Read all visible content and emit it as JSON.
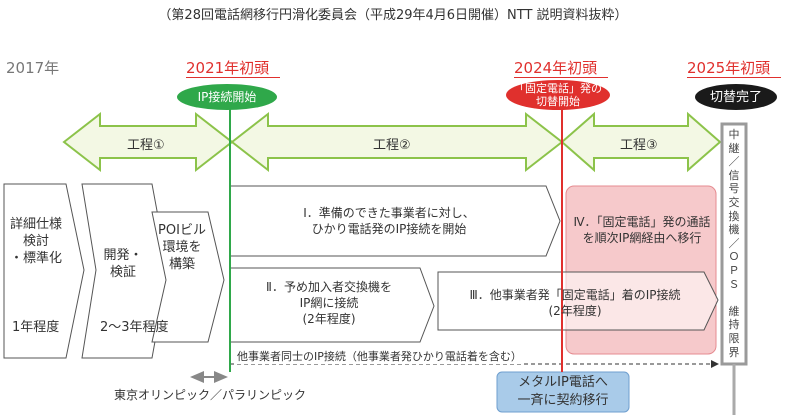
{
  "caption": "（第28回電話網移行円滑化委員会（平成29年4月6日開催）NTT 説明資料抜粋）",
  "years": {
    "y2017": "2017年",
    "y2021": "2021年初頭",
    "y2024": "2024年初頭",
    "y2025": "2025年初頭"
  },
  "badges": {
    "ip_start": "IP接続開始",
    "fixed_switch_line1": "「固定電話」発の",
    "fixed_switch_line2": "切替開始",
    "switch_done": "切替完了"
  },
  "phases": {
    "p1": "工程①",
    "p2": "工程②",
    "p3": "工程③"
  },
  "left_steps": {
    "s1_line1": "詳細仕様",
    "s1_line2": "検討",
    "s1_line3": "・標準化",
    "s1_duration": "1年程度",
    "s2_line1": "開発・",
    "s2_line2": "検証",
    "s2_duration": "2～3年程度",
    "s3_line1": "POIビル",
    "s3_line2": "環境を",
    "s3_line3": "構築"
  },
  "steps": {
    "i_line1": "Ⅰ．準備のできた事業者に対し、",
    "i_line2": "ひかり電話発のIP接続を開始",
    "ii_line1": "Ⅱ．予め加入者交換機を",
    "ii_line2": "IP網に接続",
    "ii_line3": "(2年程度)",
    "iii_line1": "Ⅲ．他事業者発「固定電話」着のIP接続",
    "iii_line2": "(2年程度)",
    "iv_line1": "Ⅳ．「固定電話」発の通話",
    "iv_line2": "を順次IP網経由へ移行"
  },
  "right_column": [
    "中",
    "継",
    "／",
    "信",
    "号",
    "交",
    "換",
    "機",
    "／",
    "Ｏ",
    "Ｐ",
    "Ｓ",
    "",
    "維",
    "持",
    "限",
    "界"
  ],
  "dashed_label": "他事業者同士のIP接続（他事業者発ひかり電話着を含む）",
  "metal_ip_line1": "メタルIP電話へ",
  "metal_ip_line2": "一斉に契約移行",
  "olympics": "東京オリンピック／パラリンピック",
  "colors": {
    "green": "#2fa84a",
    "red": "#e0302d",
    "phase_fill": "#f3f8e4",
    "phase_stroke": "#8cc34a",
    "pink_fill": "#f6c9cb",
    "pink_stroke": "#e58b90",
    "blue_fill": "#a9cbe9",
    "blue_stroke": "#6f9fcf"
  }
}
